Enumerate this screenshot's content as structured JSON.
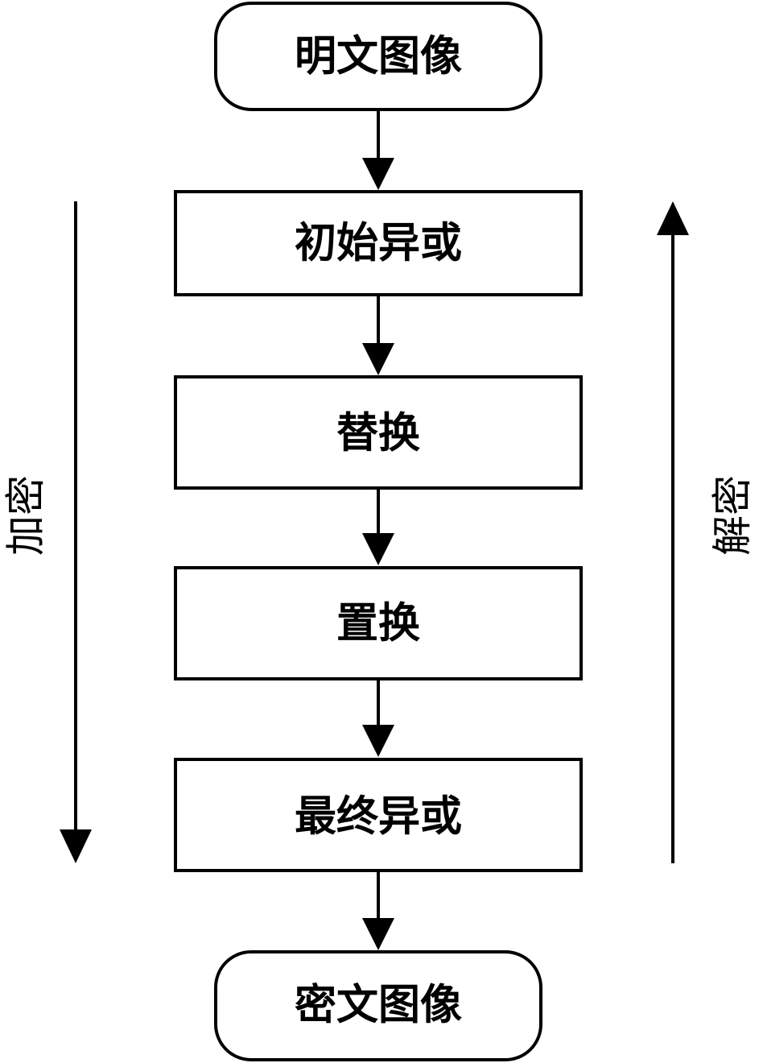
{
  "flow": {
    "start": "明文图像",
    "steps": [
      "初始异或",
      "替换",
      "置换",
      "最终异或"
    ],
    "end": "密文图像"
  },
  "side_labels": {
    "encrypt": "加密",
    "decrypt": "解密"
  },
  "colors": {
    "stroke": "#000000",
    "background": "#ffffff"
  }
}
